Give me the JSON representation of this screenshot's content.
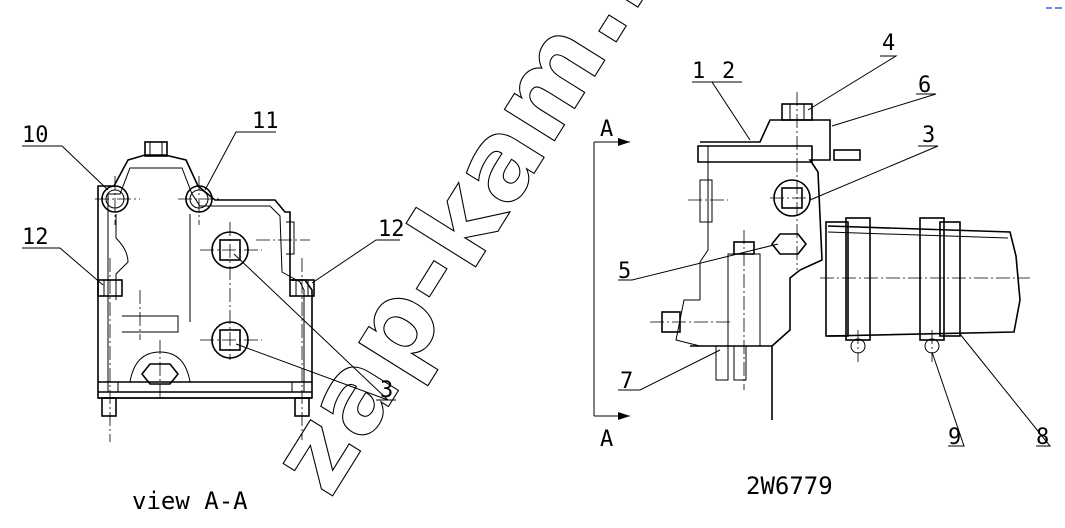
{
  "watermark": "zap-kam.ru",
  "left_view": {
    "caption": "view A-A",
    "callouts": [
      "10",
      "11",
      "12",
      "12",
      "3"
    ]
  },
  "right_view": {
    "caption": "2W6779",
    "section_mark_top": "A",
    "section_mark_bottom": "A",
    "callouts": [
      "1",
      "2",
      "3",
      "4",
      "5",
      "6",
      "7",
      "8",
      "9"
    ]
  }
}
